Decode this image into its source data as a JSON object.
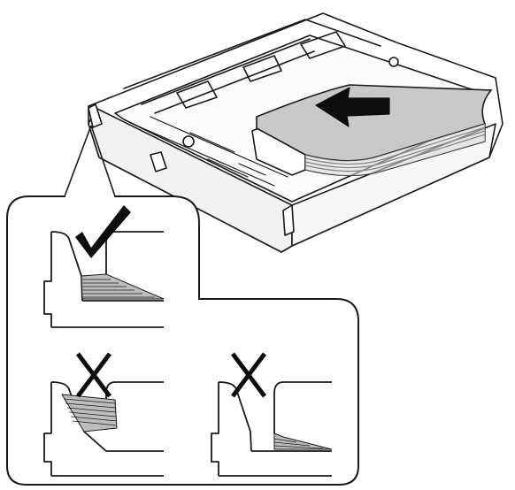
{
  "figure": {
    "colors": {
      "line": "#1a1a1a",
      "tray": "#ffffff",
      "tray_shade": "#d6d6d6",
      "paper": "#c9c9c9",
      "paper_edge": "#8c8c8c",
      "stack_fill": "#bdbdbd",
      "arrow": "#0d0d0d"
    },
    "icons": {
      "correct_mark": "check-mark-icon",
      "wrong_mark": "x-mark-icon",
      "insert_direction": "arrow-left-icon"
    },
    "panels": [
      {
        "id": "correct",
        "mark": "check",
        "stack": "flat-under-guide"
      },
      {
        "id": "too-high",
        "mark": "cross",
        "stack": "over-guide"
      },
      {
        "id": "not-pushed",
        "mark": "cross",
        "stack": "short-of-guide"
      }
    ]
  }
}
